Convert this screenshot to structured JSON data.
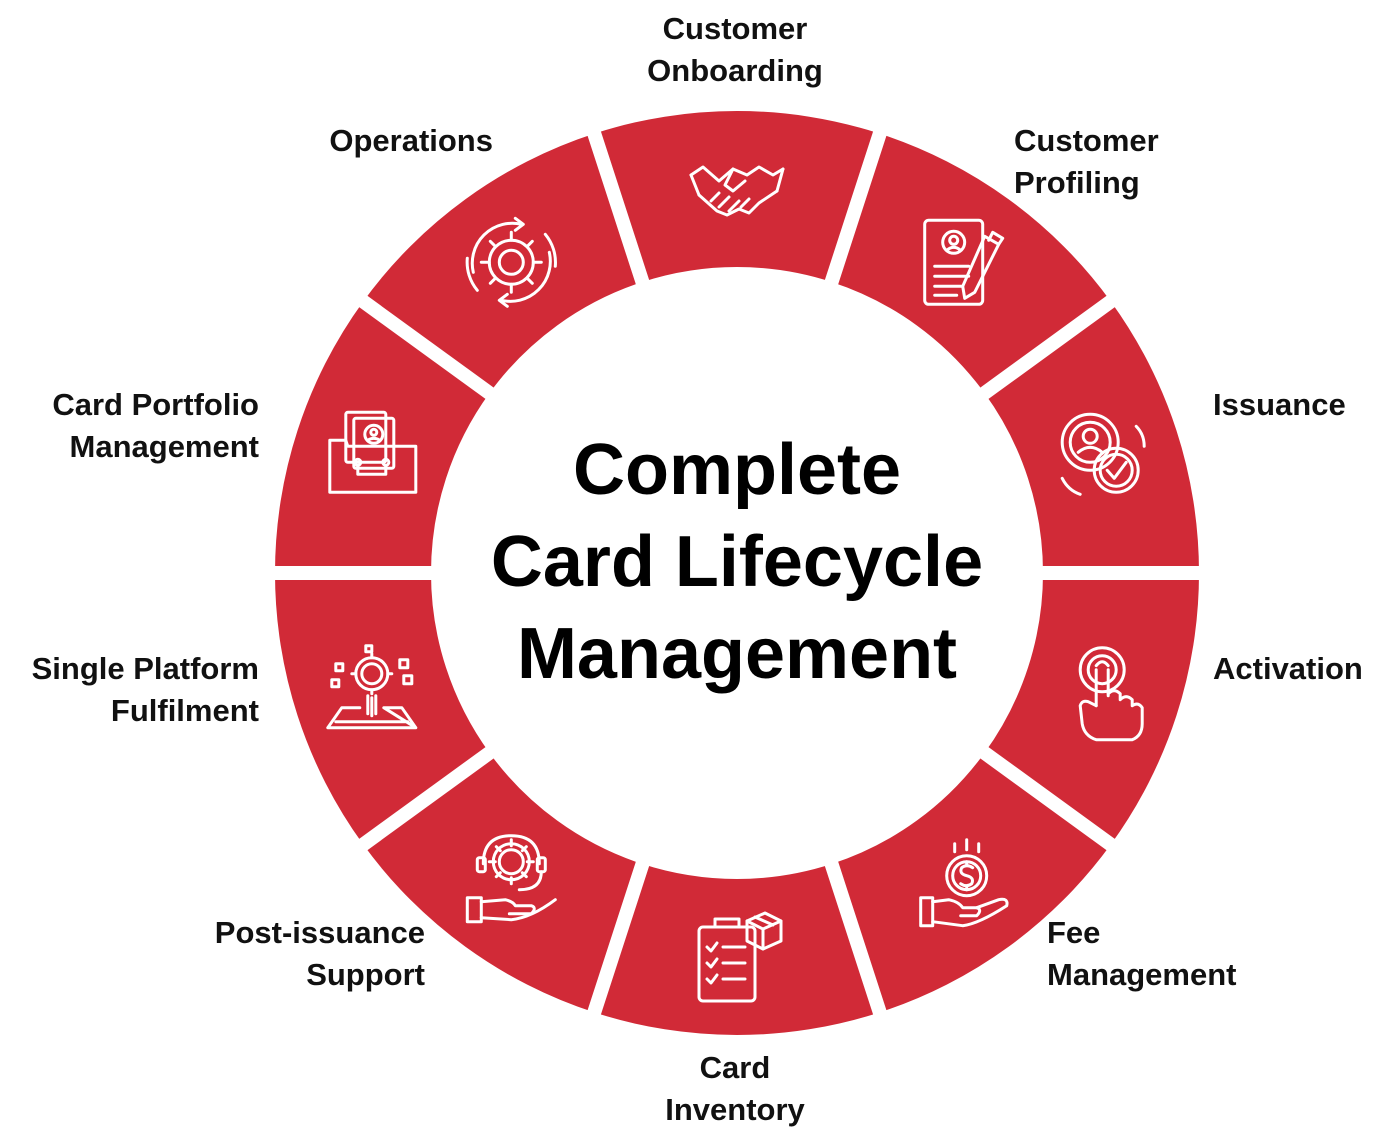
{
  "diagram": {
    "title_lines": [
      "Complete",
      "Card Lifecycle",
      "Management"
    ],
    "ring_color": "#D12A37",
    "icon_color": "#FFFFFF",
    "segments": [
      {
        "label_lines": [
          "Customer",
          "Onboarding"
        ],
        "icon": "handshake-icon"
      },
      {
        "label_lines": [
          "Customer",
          "Profiling"
        ],
        "icon": "profile-document-pen-icon"
      },
      {
        "label_lines": [
          "Issuance"
        ],
        "icon": "user-badge-check-icon"
      },
      {
        "label_lines": [
          "Activation"
        ],
        "icon": "finger-tap-icon"
      },
      {
        "label_lines": [
          "Fee",
          "Management"
        ],
        "icon": "hand-dollar-coin-icon"
      },
      {
        "label_lines": [
          "Card",
          "Inventory"
        ],
        "icon": "clipboard-package-icon"
      },
      {
        "label_lines": [
          "Post-issuance",
          "Support"
        ],
        "icon": "hand-gear-headset-icon"
      },
      {
        "label_lines": [
          "Single Platform",
          "Fulfilment"
        ],
        "icon": "gear-pixels-platform-icon"
      },
      {
        "label_lines": [
          "Card Portfolio",
          "Management"
        ],
        "icon": "portfolio-folder-icon"
      },
      {
        "label_lines": [
          "Operations"
        ],
        "icon": "gear-cycle-icon"
      }
    ]
  }
}
